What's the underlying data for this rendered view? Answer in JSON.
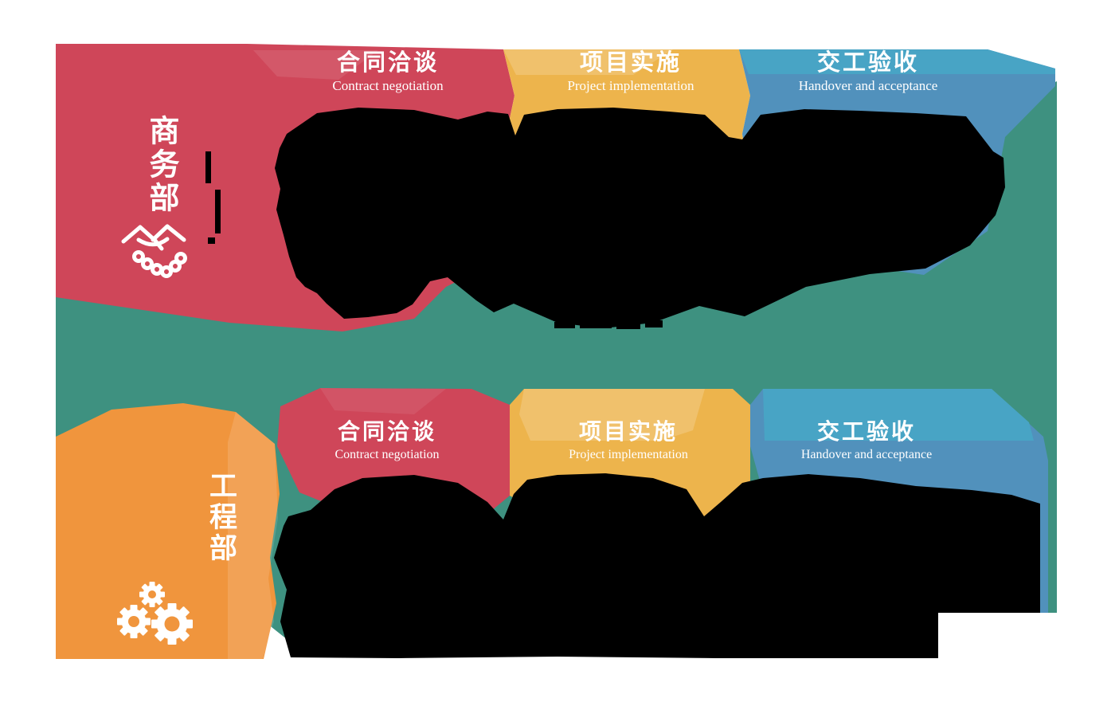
{
  "rows": [
    {
      "department_zh": "商务部",
      "icon": "handshake-icon",
      "stages": [
        {
          "zh": "合同洽谈",
          "en": "Contract negotiation"
        },
        {
          "zh": "项目实施",
          "en": "Project implementation"
        },
        {
          "zh": "交工验收",
          "en": "Handover and acceptance"
        }
      ]
    },
    {
      "department_zh": "工程部",
      "icon": "gears-icon",
      "stages": [
        {
          "zh": "合同洽谈",
          "en": "Contract negotiation"
        },
        {
          "zh": "项目实施",
          "en": "Project implementation"
        },
        {
          "zh": "交工验收",
          "en": "Handover and acceptance"
        }
      ]
    }
  ],
  "colors": {
    "teal_band": "#3E9180",
    "red_stage": "#CF4659",
    "yellow_stage": "#EDB44C",
    "blue_stage": "#5191BC",
    "blue_stage_light": "#48A4C5",
    "orange_column": "#F0953D",
    "masked_area": "#000000",
    "text": "#FFFFFF"
  }
}
